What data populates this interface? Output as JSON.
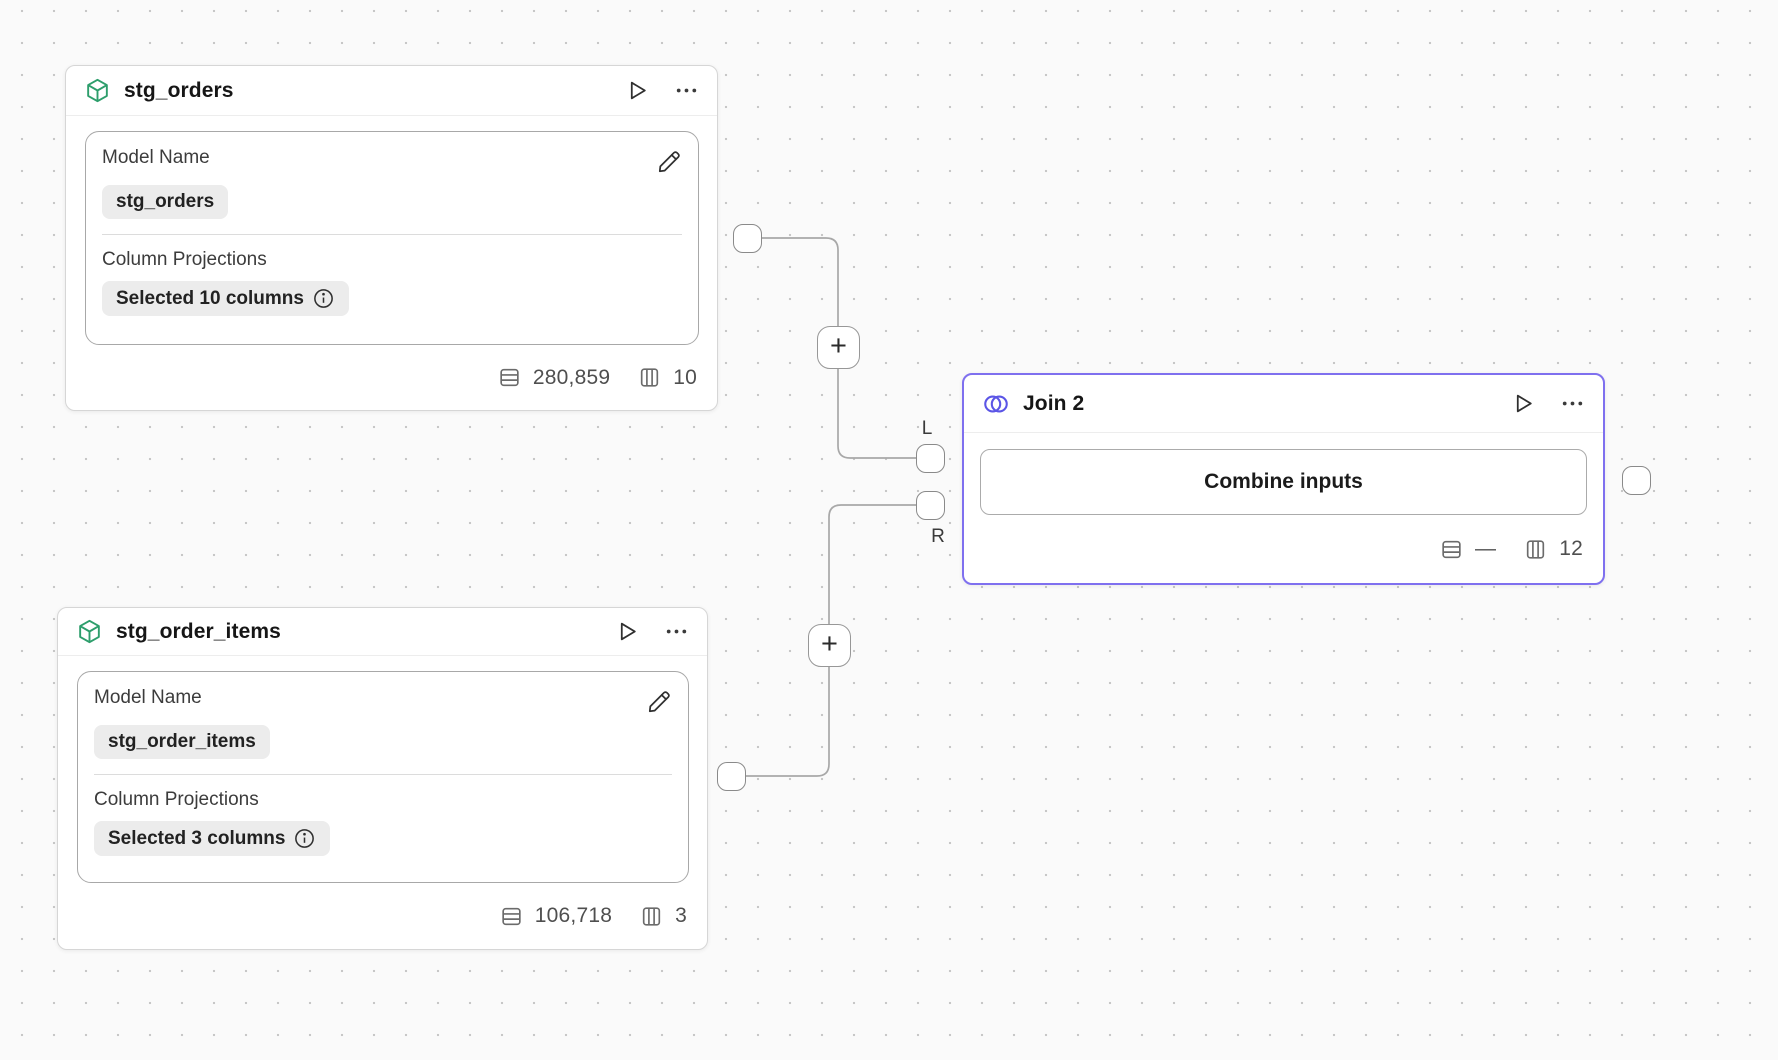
{
  "colors": {
    "accent_purple": "#7f70ef",
    "join_icon_indigo": "#5b55e6",
    "model_icon_green": "#2e9e6c"
  },
  "canvas": {
    "add_step_glyph": "+"
  },
  "join_ports": {
    "left_label": "L",
    "right_label": "R"
  },
  "nodes": {
    "stg_orders": {
      "title": "stg_orders",
      "fields": {
        "model_name_label": "Model Name",
        "model_name_value": "stg_orders",
        "column_projections_label": "Column Projections",
        "column_projections_value": "Selected 10 columns"
      },
      "stats": {
        "rows": "280,859",
        "columns": "10"
      }
    },
    "stg_order_items": {
      "title": "stg_order_items",
      "fields": {
        "model_name_label": "Model Name",
        "model_name_value": "stg_order_items",
        "column_projections_label": "Column Projections",
        "column_projections_value": "Selected 3 columns"
      },
      "stats": {
        "rows": "106,718",
        "columns": "3"
      }
    },
    "join": {
      "title": "Join 2",
      "combine_button_label": "Combine inputs",
      "stats": {
        "rows": "—",
        "columns": "12"
      }
    }
  }
}
